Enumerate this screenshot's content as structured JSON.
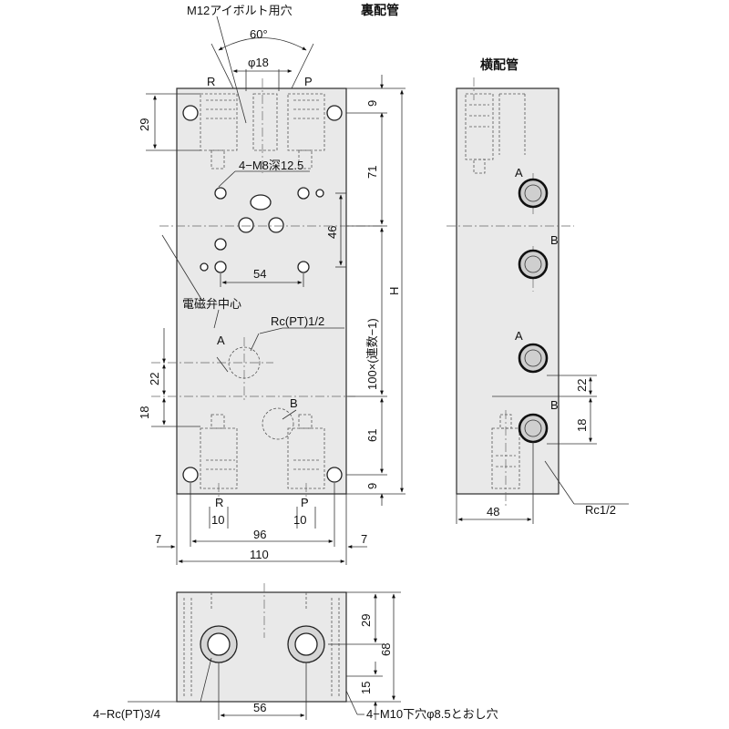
{
  "titles": {
    "rear_piping": "裏配管",
    "side_piping": "横配管",
    "eyebolt": "M12アイボルト用穴"
  },
  "ports": {
    "R": "R",
    "P": "P",
    "A": "A",
    "B": "B"
  },
  "callouts": {
    "m8_depth": "4−M8深12.5",
    "solenoid_center": "電磁弁中心",
    "rc_pt_half": "Rc(PT)1/2",
    "rc_half": "Rc1/2",
    "rc_pt_34": "4−Rc(PT)3/4",
    "m10_hole": "4−M10下穴φ8.5とおし穴",
    "h_label": "H",
    "pitch_formula": "100×(連数−1)"
  },
  "dimensions": {
    "angle": "60°",
    "phi18": "φ18",
    "d29": "29",
    "d9": "9",
    "d71": "71",
    "d46": "46",
    "d54": "54",
    "d22": "22",
    "d18": "18",
    "d61": "61",
    "d10": "10",
    "d96": "96",
    "d110": "110",
    "d7": "7",
    "d48": "48",
    "d68": "68",
    "d15": "15",
    "d56": "56"
  }
}
